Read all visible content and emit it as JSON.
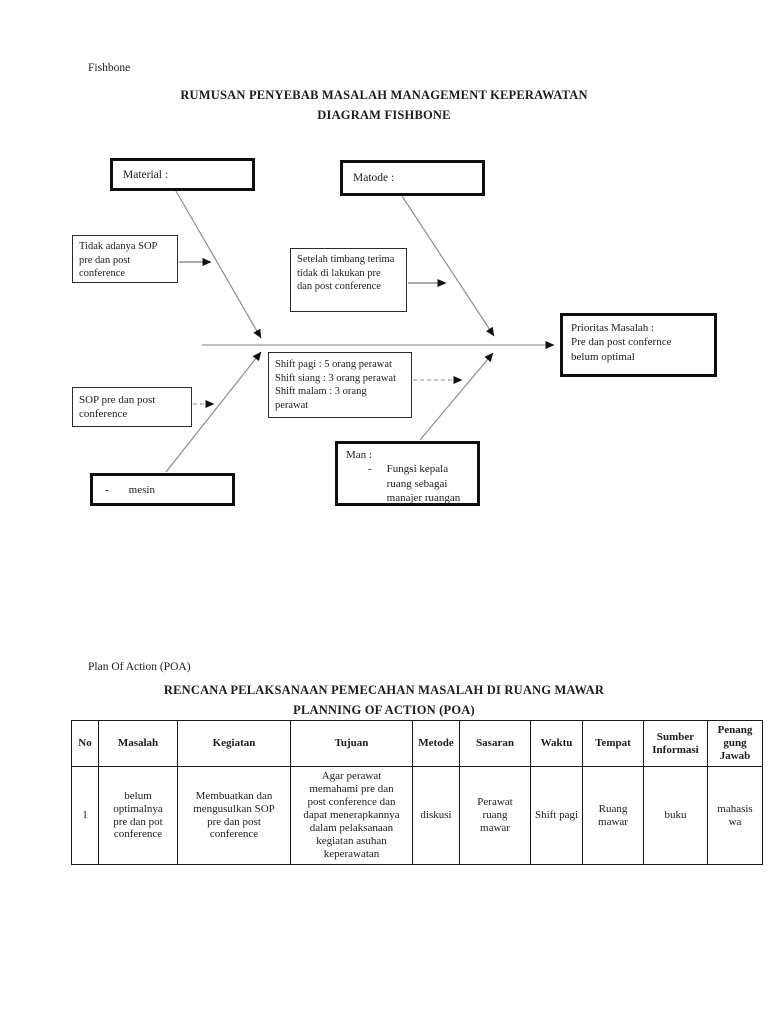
{
  "colors": {
    "page_bg": "#ffffff",
    "ink": "#1c1c1c",
    "line": "#9a9a9a",
    "arrow": "#111111",
    "border_thick": "#0f0f0f",
    "border_thin": "#2b2b2b",
    "table_border": "#1a1a1a"
  },
  "titles": {
    "section1_label": "Fishbone",
    "main_title": "RUMUSAN PENYEBAB MASALAH MANAGEMENT KEPERAWATAN",
    "sub_title": "DIAGRAM FISHBONE",
    "section2_label": "Plan Of Action (POA)",
    "poa_title": "RENCANA PELAKSANAAN PEMECAHAN MASALAH DI RUANG MAWAR",
    "poa_sub_title": "PLANNING OF ACTION (POA)"
  },
  "fishbone": {
    "material_box": "Material :",
    "matode_box": "Matode :",
    "tidak_box": "Tidak adanya SOP\npre dan post\nconference",
    "setelah_box": "Setelah timbang terima\ntidak di lakukan pre\ndan post conference",
    "shift_box": "Shift pagi : 5 orang perawat\nShift siang : 3 orang perawat\nShift malam : 3 orang\nperawat",
    "sop_box": "SOP pre dan post\nconference",
    "mesin_bullet": "-",
    "mesin_text": "mesin",
    "man_title": "Man :",
    "man_bullet": "-",
    "man_text": "Fungsi kepala\nruang sebagai\nmanajer ruangan",
    "prioritas_box": "Prioritas Masalah :\nPre dan post confernce\nbelum optimal"
  },
  "poa_table": {
    "headers": [
      "No",
      "Masalah",
      "Kegiatan",
      "Tujuan",
      "Metode",
      "Sasaran",
      "Waktu",
      "Tempat",
      "Sumber\nInformasi",
      "Penang\ngung\nJawab"
    ],
    "rows": [
      {
        "no": "1",
        "masalah": "belum\noptimalnya\npre dan pot\nconference",
        "kegiatan": "Membuatkan dan\nmengusulkan SOP\npre dan post\nconference",
        "tujuan": "Agar perawat\nmemahami pre dan\npost conference dan\ndapat menerapkannya\ndalam pelaksanaan\nkegiatan asuhan\nkeperawatan",
        "metode": "diskusi",
        "sasaran": "Perawat\nruang\nmawar",
        "waktu": "Shift pagi",
        "tempat": "Ruang\nmawar",
        "sumber": "buku",
        "penanggung": "mahasis\nwa"
      }
    ]
  }
}
